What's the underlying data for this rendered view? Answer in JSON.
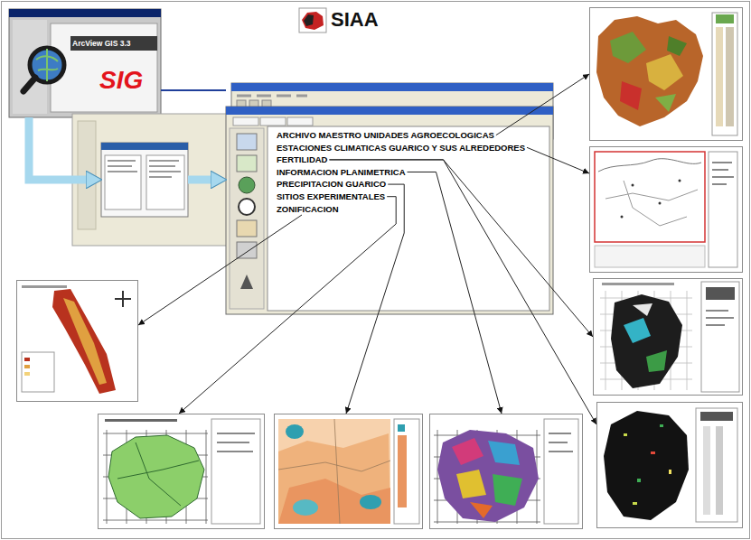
{
  "diagram": {
    "title": "SIAA",
    "nodes": [
      {
        "text": [
          "ArcView GIS 3.3",
          "SIG"
        ]
      },
      {
        "text": []
      },
      {
        "text": []
      },
      {
        "text": []
      },
      {
        "text": [
          "ARCHIVO MAESTRO UNIDADES AGROECOLOGICAS"
        ],
        "in": 3
      },
      {
        "text": [
          "ESTACIONES CLIMATICAS GUARICO Y SUS ALREDEDORES"
        ],
        "in": 3
      },
      {
        "text": [
          "FERTILIDAD"
        ],
        "in": 3
      },
      {
        "text": [
          "INFORMACION PLANIMETRICA"
        ],
        "in": 3
      },
      {
        "text": [
          "PRECIPITACION GUARICO"
        ],
        "in": 3
      },
      {
        "text": [
          "SITIOS EXPERIMENTALES"
        ],
        "in": 3
      },
      {
        "text": [
          "ZONIFICACION"
        ],
        "in": 3
      },
      {
        "text": []
      },
      {
        "text": []
      },
      {
        "text": []
      },
      {
        "text": []
      },
      {
        "text": []
      },
      {
        "text": []
      },
      {
        "text": []
      }
    ],
    "edges": [
      {
        "from": 0,
        "to": 2,
        "arrow": "to"
      },
      {
        "from": 2,
        "to": 3,
        "arrow": "to"
      },
      {
        "from": 0,
        "to": 3,
        "arrow": "none"
      },
      {
        "from": 4,
        "to": 1,
        "arrow": "to"
      },
      {
        "from": 5,
        "to": 11,
        "arrow": "to"
      },
      {
        "from": 6,
        "to": 13,
        "arrow": "to"
      },
      {
        "from": 6,
        "to": 17,
        "arrow": "to"
      },
      {
        "from": 7,
        "to": 16,
        "arrow": "to"
      },
      {
        "from": 8,
        "to": 15,
        "arrow": "to"
      },
      {
        "from": 9,
        "to": 14,
        "arrow": "to"
      },
      {
        "from": 10,
        "to": 12,
        "arrow": "to"
      }
    ]
  }
}
